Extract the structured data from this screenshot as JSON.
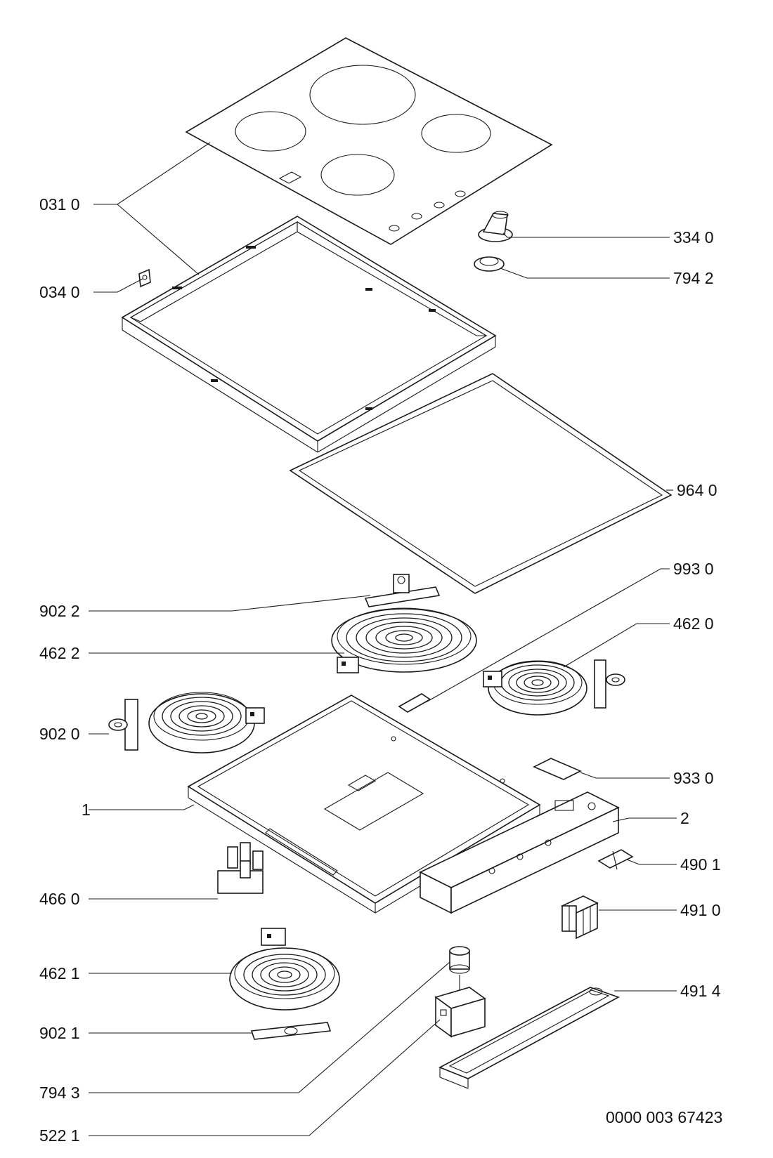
{
  "labels": {
    "p031_0": "031 0",
    "p034_0": "034 0",
    "p334_0": "334 0",
    "p794_2": "794 2",
    "p964_0": "964 0",
    "p993_0": "993 0",
    "p902_2": "902 2",
    "p462_2": "462 2",
    "p462_0": "462 0",
    "p902_0": "902 0",
    "p933_0": "933 0",
    "p1": "1",
    "p2": "2",
    "p490_1": "490 1",
    "p466_0": "466 0",
    "p491_0": "491 0",
    "p462_1": "462 1",
    "p491_4": "491 4",
    "p902_1": "902 1",
    "p794_3": "794 3",
    "p522_1": "522 1"
  },
  "drawing_number": "0000 003 67423"
}
